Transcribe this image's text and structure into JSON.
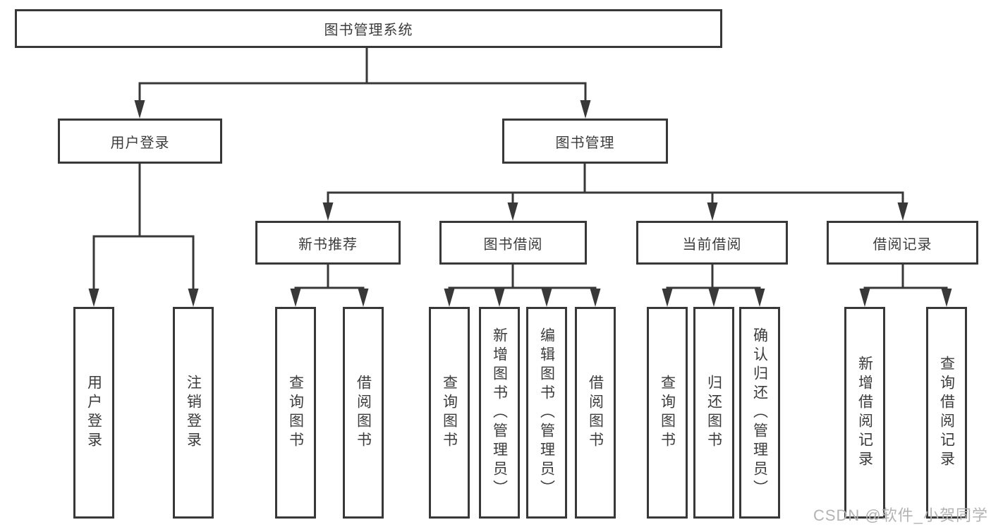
{
  "tree": {
    "root": {
      "label": "图书管理系统",
      "children": [
        {
          "label": "用户登录",
          "children": [
            {
              "label": "用户登录"
            },
            {
              "label": "注销登录"
            }
          ]
        },
        {
          "label": "图书管理",
          "children": [
            {
              "label": "新书推荐",
              "children": [
                {
                  "label": "查询图书"
                },
                {
                  "label": "借阅图书"
                }
              ]
            },
            {
              "label": "图书借阅",
              "children": [
                {
                  "label": "查询图书"
                },
                {
                  "label": "新增图书（管理员）"
                },
                {
                  "label": "编辑图书（管理员）"
                },
                {
                  "label": "借阅图书"
                }
              ]
            },
            {
              "label": "当前借阅",
              "children": [
                {
                  "label": "查询图书"
                },
                {
                  "label": "归还图书"
                },
                {
                  "label": "确认归还（管理员）"
                }
              ]
            },
            {
              "label": "借阅记录",
              "children": [
                {
                  "label": "新增借阅记录"
                },
                {
                  "label": "查询借阅记录"
                }
              ]
            }
          ]
        }
      ]
    }
  },
  "watermark": {
    "text": "CSDN @软件_小贺同学"
  },
  "colors": {
    "line": "#383838",
    "box_border": "#383838",
    "text": "#3c3c3c",
    "watermark": "#b3b3b3",
    "background": "#ffffff"
  }
}
